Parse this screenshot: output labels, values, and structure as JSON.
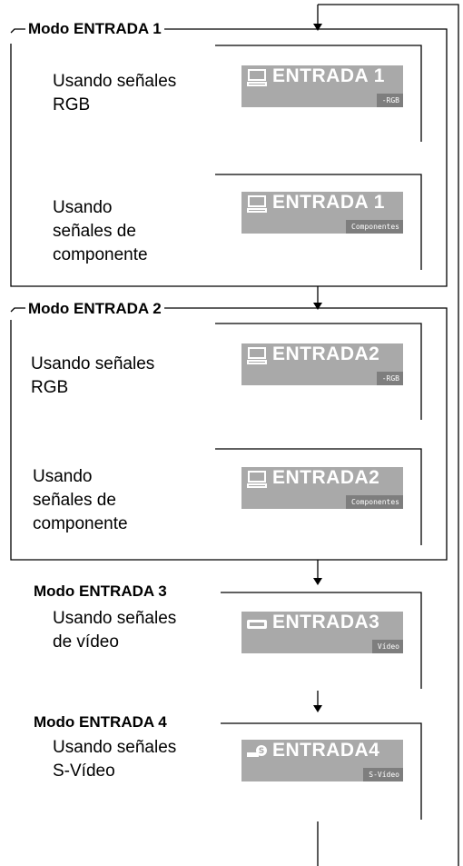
{
  "modes": [
    {
      "title": "Modo ENTRADA 1",
      "rows": [
        {
          "label_lines": [
            "Usando señales",
            "RGB"
          ],
          "badge_main": "ENTRADA 1",
          "badge_sub": "-RGB",
          "icon": "computer-icon"
        },
        {
          "label_lines": [
            "Usando",
            "señales de",
            "componente"
          ],
          "badge_main": "ENTRADA 1",
          "badge_sub": "Componentes",
          "icon": "computer-icon"
        }
      ]
    },
    {
      "title": "Modo ENTRADA 2",
      "rows": [
        {
          "label_lines": [
            "Usando señales",
            "RGB"
          ],
          "badge_main": "ENTRADA2",
          "badge_sub": "-RGB",
          "icon": "computer-icon"
        },
        {
          "label_lines": [
            "Usando",
            "señales de",
            "componente"
          ],
          "badge_main": "ENTRADA2",
          "badge_sub": "Componentes",
          "icon": "computer-icon"
        }
      ]
    },
    {
      "title": "Modo ENTRADA 3",
      "rows": [
        {
          "label_lines": [
            "Usando señales",
            "de vídeo"
          ],
          "badge_main": "ENTRADA3",
          "badge_sub": "Vídeo",
          "icon": "video-icon"
        }
      ]
    },
    {
      "title": "Modo ENTRADA 4",
      "rows": [
        {
          "label_lines": [
            "Usando señales",
            "S-Vídeo"
          ],
          "badge_main": "ENTRADA4",
          "badge_sub": "S-Vídeo",
          "icon": "s-video-icon"
        }
      ]
    }
  ],
  "colors": {
    "badge_bg": "#a9a9a9",
    "badge_sub_bg": "#7e7e7e",
    "line": "#000000"
  }
}
